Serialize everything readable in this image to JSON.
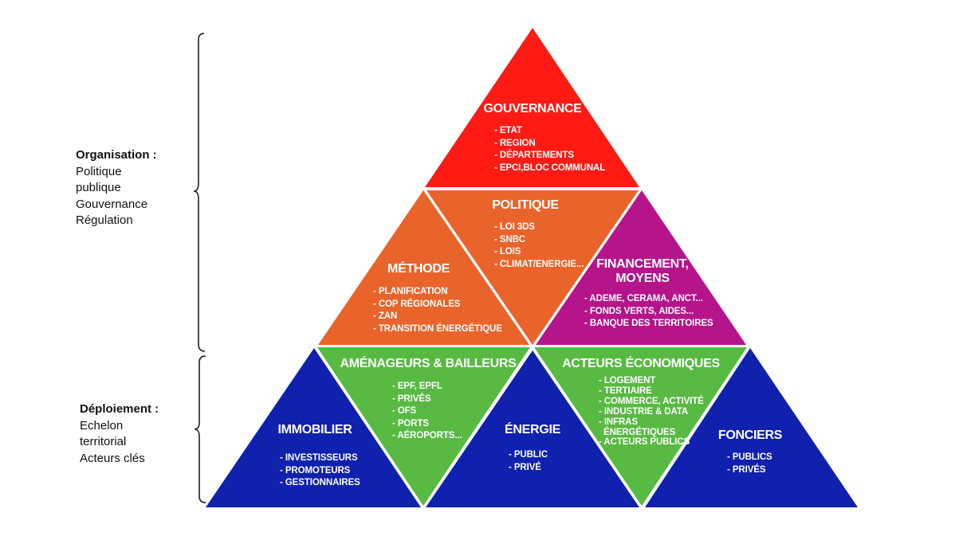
{
  "sidebar": {
    "organisation": {
      "title": "Organisation :",
      "lines": [
        "Politique",
        "publique",
        "Gouvernance",
        "Régulation"
      ]
    },
    "deploiement": {
      "title": "Déploiement :",
      "lines": [
        "Echelon",
        "territorial",
        "Acteurs clés"
      ]
    }
  },
  "pyramid": {
    "gouvernance": {
      "title": "GOUVERNANCE",
      "color": "#fd1b13",
      "items": [
        "ETAT",
        "REGION",
        "DÉPARTEMENTS",
        "EPCI,BLOC COMMUNAL"
      ]
    },
    "politique": {
      "title": "POLITIQUE",
      "color": "#e9642b",
      "items": [
        "LOI 3DS",
        "SNBC",
        "LOIS",
        "CLIMAT/ENERGIE..."
      ]
    },
    "methode": {
      "title": "MÉTHODE",
      "color": "#e9642b",
      "items": [
        "PLANIFICATION",
        "COP RÉGIONALES",
        "ZAN",
        "TRANSITION ÉNERGÉTIQUE"
      ]
    },
    "financement": {
      "title_line1": "FINANCEMENT,",
      "title_line2": "MOYENS",
      "color": "#b5148a",
      "items": [
        "ADEME, CERAMA, ANCT...",
        "FONDS VERTS, AIDES...",
        "BANQUE DES TERRITOIRES"
      ]
    },
    "immobilier": {
      "title": "IMMOBILIER",
      "color": "#0f21ad",
      "items": [
        "INVESTISSEURS",
        "PROMOTEURS",
        "GESTIONNAIRES"
      ]
    },
    "amenageurs": {
      "title": "AMÉNAGEURS & BAILLEURS",
      "color": "#58b943",
      "items": [
        "EPF, EPFL",
        "PRIVÉS",
        "OFS",
        "PORTS",
        "AÉROPORTS..."
      ]
    },
    "energie": {
      "title": "ÉNERGIE",
      "color": "#0f21ad",
      "items": [
        "PUBLIC",
        "PRIVÉ"
      ]
    },
    "acteurs": {
      "title": "ACTEURS ÉCONOMIQUES",
      "color": "#58b943",
      "items": [
        "LOGEMENT",
        "TERTIAIRE",
        "COMMERCE, ACTIVITÉ",
        "INDUSTRIE & DATA",
        "INFRAS"
      ],
      "item_continuation": "ÉNERGÉTIQUES",
      "items_after": [
        "ACTEURS PUBLICS"
      ]
    },
    "fonciers": {
      "title": "FONCIERS",
      "color": "#0f21ad",
      "items": [
        "PUBLICS",
        "PRIVÉS"
      ]
    }
  }
}
